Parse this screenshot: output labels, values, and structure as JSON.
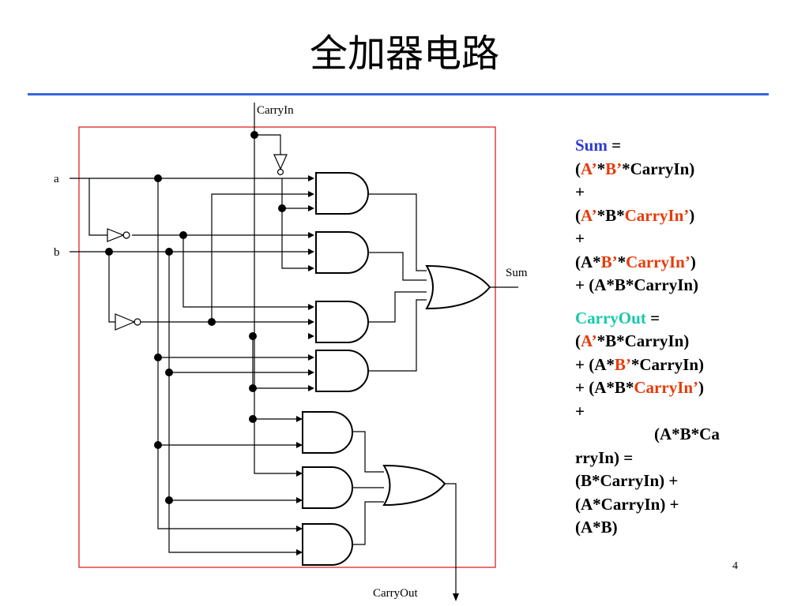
{
  "slide": {
    "title": "全加器电路",
    "page_number": "4"
  },
  "diagram": {
    "labels": {
      "carry_in": "CarryIn",
      "a": "a",
      "b": "b",
      "sum": "Sum",
      "carry_out": "CarryOut"
    }
  },
  "equations": {
    "sum_name": "Sum",
    "sum_eq": " =",
    "s1_open": "(",
    "s1_a": "A’",
    "s1_star1": "*",
    "s1_b": "B’",
    "s1_rest": "*CarryIn)",
    "plus": "+",
    "s2_open": "(",
    "s2_a": "A’",
    "s2_mid": "*B*",
    "s2_c": "CarryIn’",
    "s2_close": ")",
    "s3_open": "(A*",
    "s3_b": "B’",
    "s3_star": "*",
    "s3_c": "CarryIn’",
    "s3_close": ")",
    "s4": "+ (A*B*CarryIn)",
    "co_name": "CarryOut",
    "co_eq": " =",
    "c1_open": "(",
    "c1_a": "A’",
    "c1_rest": "*B*CarryIn)",
    "c2_open": "+ (A*",
    "c2_b": "B’",
    "c2_rest": "*CarryIn)",
    "c3_open": "+ (A*B*",
    "c3_c": "CarryIn’",
    "c3_close": ")",
    "c4_plus": "+",
    "c5": "(A*B*Ca",
    "c6": "rryIn) =",
    "c7": "(B*CarryIn) +",
    "c8": "(A*CarryIn) +",
    "c9": "(A*B)"
  }
}
